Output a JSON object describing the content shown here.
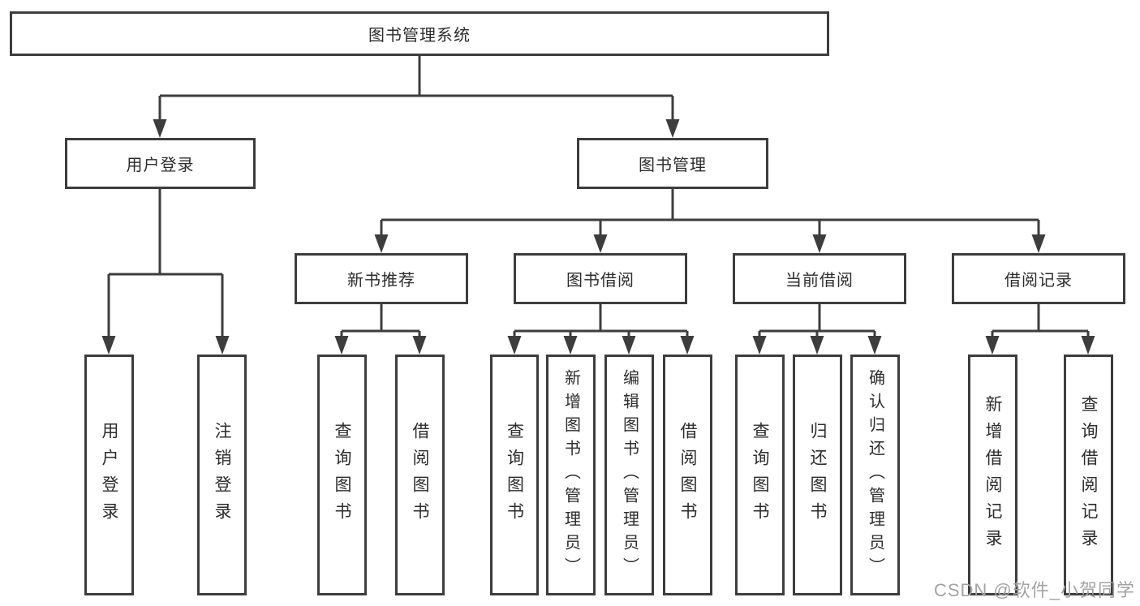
{
  "colors": {
    "line": "#3d3d3d",
    "text": "#2c2c2c",
    "background": "#ffffff",
    "watermark": "#a3a3a3"
  },
  "tree": {
    "root": "图书管理系统",
    "branches": [
      {
        "label": "用户登录",
        "leaves": [
          "用户登录",
          "注销登录"
        ]
      },
      {
        "label": "图书管理",
        "children": [
          {
            "label": "新书推荐",
            "leaves": [
              "查询图书",
              "借阅图书"
            ]
          },
          {
            "label": "图书借阅",
            "leaves": [
              "查询图书",
              "新增图书（管理员）",
              "编辑图书（管理员）",
              "借阅图书"
            ]
          },
          {
            "label": "当前借阅",
            "leaves": [
              "查询图书",
              "归还图书",
              "确认归还（管理员）"
            ]
          },
          {
            "label": "借阅记录",
            "leaves": [
              "新增借阅记录",
              "查询借阅记录"
            ]
          }
        ]
      }
    ]
  },
  "watermark": "CSDN @软件_小贺同学"
}
